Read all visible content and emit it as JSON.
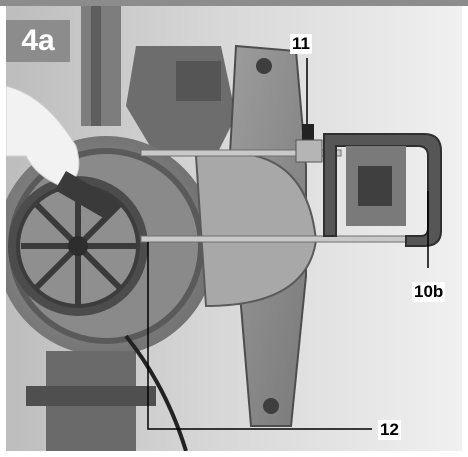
{
  "figure": {
    "tag": "4a",
    "callouts": {
      "c11": "11",
      "c10b": "10b",
      "c12": "12"
    }
  }
}
